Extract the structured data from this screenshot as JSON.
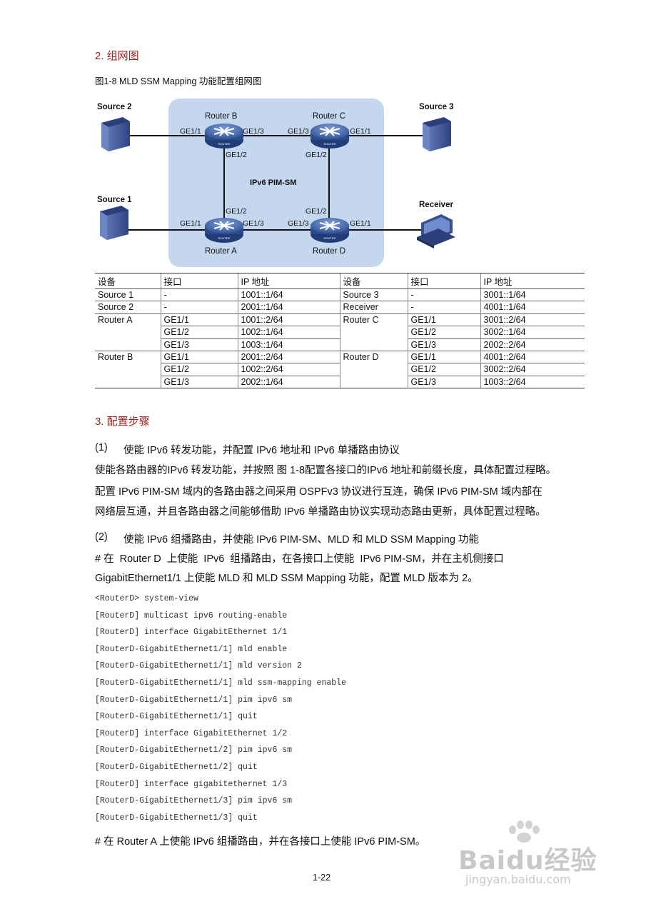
{
  "section2_title": "2. 组网图",
  "figure_caption": "图1-8  MLD SSM Mapping 功能配置组网图",
  "diagram": {
    "cloud_label": "IPv6 PIM-SM",
    "source2": "Source 2",
    "source1": "Source 1",
    "source3": "Source 3",
    "receiver": "Receiver",
    "router_b": "Router B",
    "router_c": "Router C",
    "router_a": "Router A",
    "router_d": "Router D",
    "router_badge": "ROUTER",
    "ports": {
      "b_ge11": "GE1/1",
      "b_ge13": "GE1/3",
      "b_ge12": "GE1/2",
      "c_ge13": "GE1/3",
      "c_ge11": "GE1/1",
      "c_ge12": "GE1/2",
      "a_ge12": "GE1/2",
      "a_ge11": "GE1/1",
      "a_ge13": "GE1/3",
      "d_ge12": "GE1/2",
      "d_ge13": "GE1/3",
      "d_ge11": "GE1/1"
    }
  },
  "table": {
    "headers": [
      "设备",
      "接口",
      "IP 地址",
      "设备",
      "接口",
      "IP 地址"
    ],
    "rows": [
      [
        "Source 1",
        "-",
        "1001::1/64",
        "Source 3",
        "-",
        "3001::1/64"
      ],
      [
        "Source 2",
        "-",
        "2001::1/64",
        "Receiver",
        "-",
        "4001::1/64"
      ],
      [
        "Router A",
        "GE1/1",
        "1001::2/64",
        "Router C",
        "GE1/1",
        "3001::2/64"
      ],
      [
        "",
        "GE1/2",
        "1002::1/64",
        "",
        "GE1/2",
        "3002::1/64"
      ],
      [
        "",
        "GE1/3",
        "1003::1/64",
        "",
        "GE1/3",
        "2002::2/64"
      ],
      [
        "Router B",
        "GE1/1",
        "2001::2/64",
        "Router D",
        "GE1/1",
        "4001::2/64"
      ],
      [
        "",
        "GE1/2",
        "1002::2/64",
        "",
        "GE1/2",
        "3002::2/64"
      ],
      [
        "",
        "GE1/3",
        "2002::1/64",
        "",
        "GE1/3",
        "1003::2/64"
      ]
    ]
  },
  "section3_title": "3. 配置步骤",
  "step1_num": "(1)",
  "step1_text": "使能 IPv6 转发功能，并配置 IPv6 地址和 IPv6 单播路由协议",
  "para1": "使能各路由器的IPv6 转发功能，并按照 图 1-8配置各接口的IPv6 地址和前缀长度，具体配置过程略。",
  "para2_line1": "配置 IPv6 PIM-SM 域内的各路由器之间采用 OSPFv3 协议进行互连，确保 IPv6 PIM-SM 域内部在",
  "para2_line2": "网络层互通，并且各路由器之间能够借助 IPv6 单播路由协议实现动态路由更新，具体配置过程略。",
  "step2_num": "(2)",
  "step2_text": "使能 IPv6 组播路由，并使能 IPv6 PIM-SM、MLD 和 MLD SSM Mapping 功能",
  "para3_line1": "# 在  Router D  上使能  IPv6  组播路由，在各接口上使能  IPv6 PIM-SM，并在主机侧接口",
  "para3_line2": "GigabitEthernet1/1 上使能 MLD 和 MLD SSM Mapping 功能，配置 MLD 版本为 2。",
  "code_lines": [
    "<RouterD> system-view",
    "[RouterD] multicast ipv6 routing-enable",
    "[RouterD] interface GigabitEthernet 1/1",
    "[RouterD-GigabitEthernet1/1] mld enable",
    "[RouterD-GigabitEthernet1/1] mld version 2",
    "[RouterD-GigabitEthernet1/1] mld ssm-mapping enable",
    "[RouterD-GigabitEthernet1/1] pim ipv6 sm",
    "[RouterD-GigabitEthernet1/1] quit",
    "[RouterD] interface GigabitEthernet 1/2",
    "[RouterD-GigabitEthernet1/2] pim ipv6 sm",
    "[RouterD-GigabitEthernet1/2] quit",
    "[RouterD] interface gigabitethernet 1/3",
    "[RouterD-GigabitEthernet1/3] pim ipv6 sm",
    "[RouterD-GigabitEthernet1/3] quit"
  ],
  "para4": "# 在 Router A 上使能 IPv6 组播路由，并在各接口上使能 IPv6 PIM-SM。",
  "page_number": "1-22",
  "watermark": {
    "logo": "Baidu经验",
    "url": "jingyan.baidu.com",
    "icon": "paw-icon"
  },
  "colors": {
    "section_title": "#9b1c1c",
    "cloud_fill": "#c5d6ef",
    "router_fill": "#3f63a8",
    "server_fill": "#4a5f9c"
  }
}
